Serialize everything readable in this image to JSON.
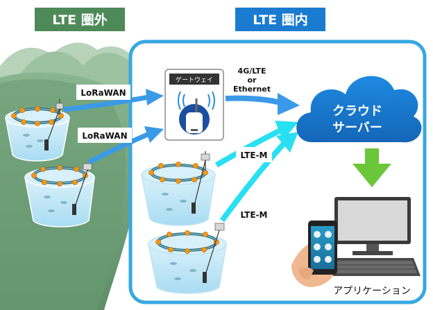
{
  "zones": {
    "outside": {
      "label": "LTE 圏外",
      "color": "#4e8a58"
    },
    "inside": {
      "label": "LTE 圏内",
      "color": "#1a7bd0"
    }
  },
  "gateway": {
    "label": "ゲートウェイ"
  },
  "links": {
    "lorawan_1": "LoRaWAN",
    "lorawan_2": "LoRaWAN",
    "backhaul": [
      "4G/LTE",
      "or",
      "Ethernet"
    ],
    "ltem_1": "LTE-M",
    "ltem_2": "LTE-M"
  },
  "cloud": {
    "lines": [
      "クラウド",
      "サーバー"
    ],
    "color": "#1a7bd0"
  },
  "app": {
    "label": "アプリケーション"
  },
  "colors": {
    "arrow_blue": "#3a9ae8",
    "arrow_cyan": "#28e0f2",
    "arrow_green": "#6cc63a",
    "hill": "#6a9a72",
    "frame": "#38a8e0"
  }
}
